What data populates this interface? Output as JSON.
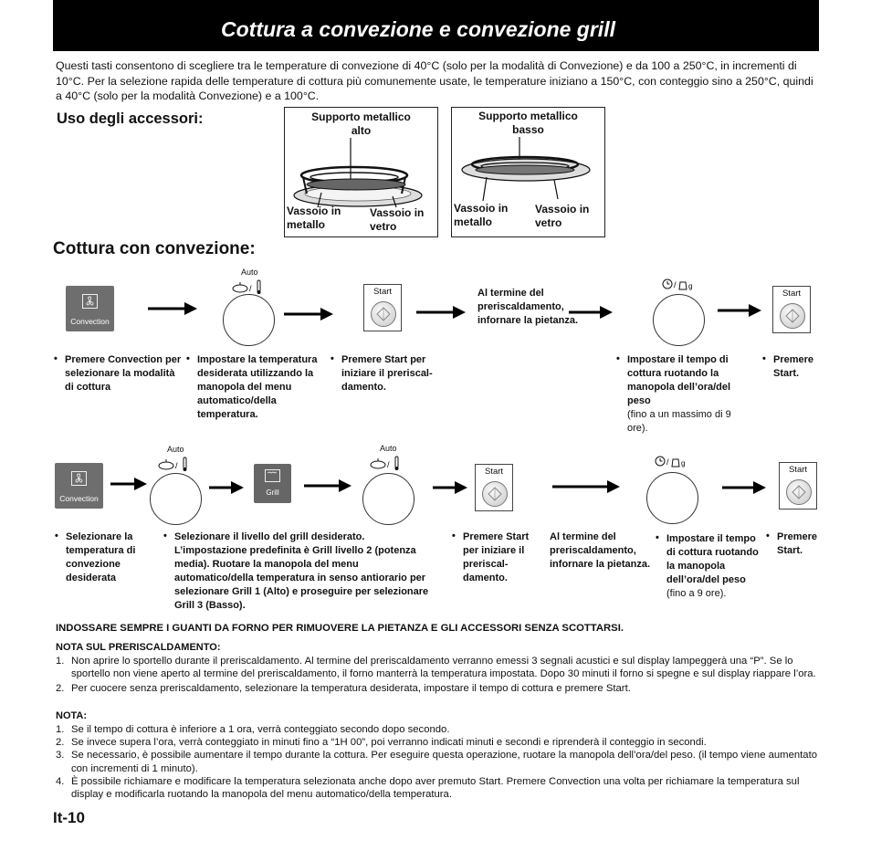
{
  "title": "Cottura a convezione e convezione grill",
  "intro": "Questi tasti consentono di scegliere tra le temperature di convezione di 40°C (solo per la modalità di Convezione) e da 100 a 250°C, in incrementi di 10°C. Per la selezione rapida delle temperature di cottura più comunemente usate, le temperature iniziano a 150°C, con conteggio sino a 250°C, quindi a 40°C (solo per la modalità Convezione) e a 100°C.",
  "accessories": {
    "heading": "Uso degli accessori:",
    "left": {
      "top": "Supporto metallico alto",
      "tray_metal": "Vassoio in metallo",
      "tray_glass": "Vassoio in vetro"
    },
    "right": {
      "top": "Supporto metallico basso",
      "tray_metal": "Vassoio in metallo",
      "tray_glass": "Vassoio in vetro"
    }
  },
  "convection": {
    "heading": "Cottura con convezione:",
    "button_convection": "Convection",
    "button_start": "Start",
    "button_grill": "Grill",
    "dial_auto": "Auto",
    "dial_auto_icon": "/",
    "dial_time_icon": "/",
    "dial_time_unit": "g",
    "row1": {
      "preheat_note": "Al termine del preriscaldamento, infornare la pietanza.",
      "step1": "Premere Convection per selezionare la modalità di cottura",
      "step2": "Impostare la temperatura desiderata utilizzando la manopola del menu automatico/della temperatura.",
      "step3": "Premere Start per iniziare il preriscal-damento.",
      "step4": "Impostare il tempo di cottura ruotando la manopola dell’ora/del peso",
      "step4_note": "(fino a un massimo di 9 ore).",
      "step5": "Premere Start."
    },
    "row2": {
      "step1": "Selezionare la temperatura di convezione desiderata",
      "step2": "Selezionare il livello del grill desiderato. L’impostazione predefinita è Grill livello 2 (potenza media). Ruotare la manopola del menu automatico/della temperatura in senso antiorario per selezionare Grill 1 (Alto) e proseguire per selezionare Grill 3 (Basso).",
      "step3": "Premere Start per iniziare il preriscal-damento.",
      "preheat_note": "Al termine del preriscaldamento, infornare la pietanza.",
      "step4": "Impostare il tempo di cottura ruotando la manopola dell’ora/del peso",
      "step4_note": "(fino a 9 ore).",
      "step5": "Premere Start."
    }
  },
  "warning": "INDOSSARE SEMPRE I GUANTI DA FORNO PER RIMUOVERE LA PIETANZA E GLI ACCESSORI SENZA SCOTTARSI.",
  "preheat_notes": {
    "heading": "NOTA SUL PRERISCALDAMENTO:",
    "items": [
      {
        "num": "1.",
        "text": "Non aprire lo sportello durante il preriscaldamento. Al termine del preriscaldamento verranno emessi 3 segnali acustici e sul display lampeggerà una “P”. Se lo sportello non viene aperto al termine del preriscaldamento, il forno manterrà la temperatura impostata. Dopo 30 minuti il forno si spegne e sul display riappare l’ora."
      },
      {
        "num": "2.",
        "text": "Per cuocere senza preriscaldamento, selezionare la temperatura desiderata, impostare il tempo di cottura e premere Start."
      }
    ]
  },
  "notes": {
    "heading": "NOTA:",
    "items": [
      {
        "num": "1.",
        "text": "Se il tempo di cottura è inferiore a 1 ora, verrà conteggiato secondo dopo secondo."
      },
      {
        "num": "2.",
        "text": "Se invece supera l’ora, verrà conteggiato in minuti fino a “1H 00”, poi verranno indicati minuti e secondi e riprenderà il conteggio in secondi."
      },
      {
        "num": "3.",
        "text": "Se necessario, è possibile aumentare il tempo durante la cottura. Per eseguire questa operazione, ruotare la manopola dell’ora/del peso. (il tempo viene aumentato con incrementi di 1 minuto)."
      },
      {
        "num": "4.",
        "text": "È possibile richiamare e modificare la temperatura selezionata anche dopo aver premuto Start. Premere Convection una volta per richiamare la temperatura sul display e modificarla ruotando la manopola del menu automatico/della temperatura."
      }
    ]
  },
  "page_number": "It-10"
}
